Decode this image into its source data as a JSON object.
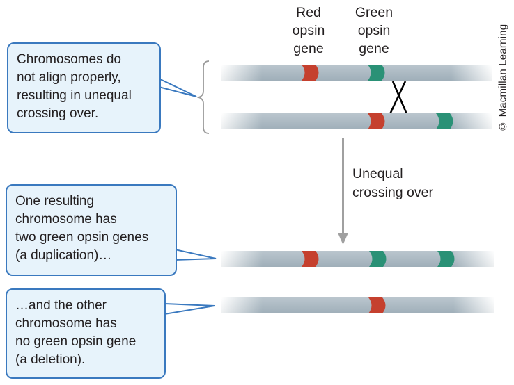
{
  "figure": {
    "copyright": "© Macmillan Learning"
  },
  "gene_labels": {
    "red": "Red\nopsin\ngene",
    "green": "Green\nopsin\ngene"
  },
  "process_label": "Unequal\ncrossing over",
  "callouts": {
    "misalign": "Chromosomes do\nnot align properly,\nresulting in unequal\ncrossing over.",
    "duplication": "One resulting\nchromosome has\ntwo green opsin genes\n(a duplication)…",
    "deletion": "…and the other\nchromosome has\nno green opsin gene\n(a deletion)."
  },
  "chromosomes": [
    {
      "id": "parent-top",
      "genes": [
        "red opsin",
        "green opsin"
      ]
    },
    {
      "id": "parent-bottom",
      "genes": [
        "red opsin",
        "green opsin"
      ]
    },
    {
      "id": "result-duplication",
      "genes": [
        "red opsin",
        "green opsin",
        "green opsin"
      ]
    },
    {
      "id": "result-deletion",
      "genes": [
        "red opsin"
      ]
    }
  ],
  "colors": {
    "red_gene": "#c5402e",
    "green_gene": "#2a9176",
    "chromosome": "#a7b6c0",
    "callout_fill": "#e7f3fb",
    "callout_border": "#3a79bf",
    "arrow": "#a0a0a0",
    "brace": "#9a9a9a",
    "text": "#231f20"
  }
}
